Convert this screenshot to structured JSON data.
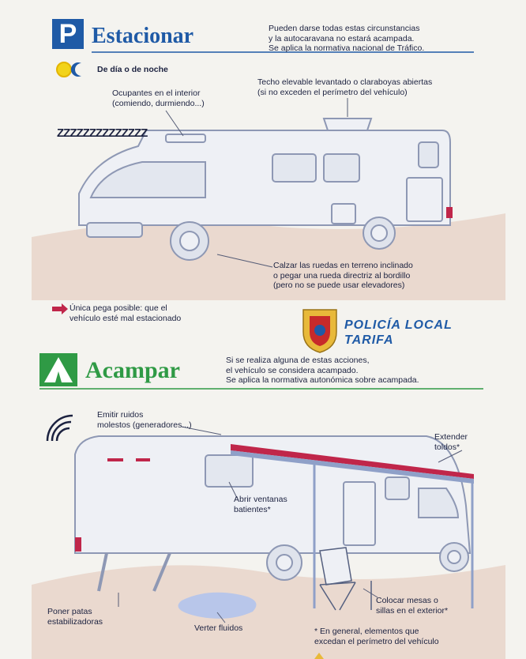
{
  "park": {
    "badge": "P",
    "title": "Estacionar",
    "intro": [
      "Pueden darse todas estas circunstancias",
      "y la autocaravana no estará acampada.",
      "Se aplica la normativa nacional de Tráfico."
    ],
    "day_night": "De día o de noche",
    "occupants": [
      "Ocupantes en el interior",
      "(comiendo, durmiendo...)"
    ],
    "roof": [
      "Techo elevable levantado o claraboyas abiertas",
      "(si no exceden el perímetro del vehículo)"
    ],
    "wheels": [
      "Calzar las ruedas en terreno inclinado",
      "o pegar una rueda directriz al bordillo",
      "(pero no se puede usar elevadores)"
    ],
    "only_issue": [
      "Única pega posible: que el",
      "vehículo esté mal estacionado"
    ],
    "snore": "ZZZZZZZZZZZZZZ"
  },
  "police": {
    "line1": "POLICÍA LOCAL",
    "line2": "TARIFA"
  },
  "camp": {
    "title": "Acampar",
    "intro": [
      "Si se realiza alguna de estas acciones,",
      "el vehículo se considera acampado.",
      "Se aplica la normativa autonómica sobre acampada."
    ],
    "noise": [
      "Emitir ruidos",
      "molestos (generadores...)"
    ],
    "awning": [
      "Extender",
      "toldos*"
    ],
    "windows": [
      "Abrir ventanas",
      "batientes*"
    ],
    "legs": [
      "Poner patas",
      "estabilizadoras"
    ],
    "fluids": "Verter fluidos",
    "tables": [
      "Colocar mesas o",
      "sillas en el exterior*"
    ],
    "footnote": [
      "* En general, elementos que",
      "excedan el perímetro del vehículo"
    ]
  },
  "colors": {
    "blue": "#1f5aa6",
    "green": "#2f9a45",
    "red": "#c0264a",
    "ground": "#e7d4c8"
  }
}
